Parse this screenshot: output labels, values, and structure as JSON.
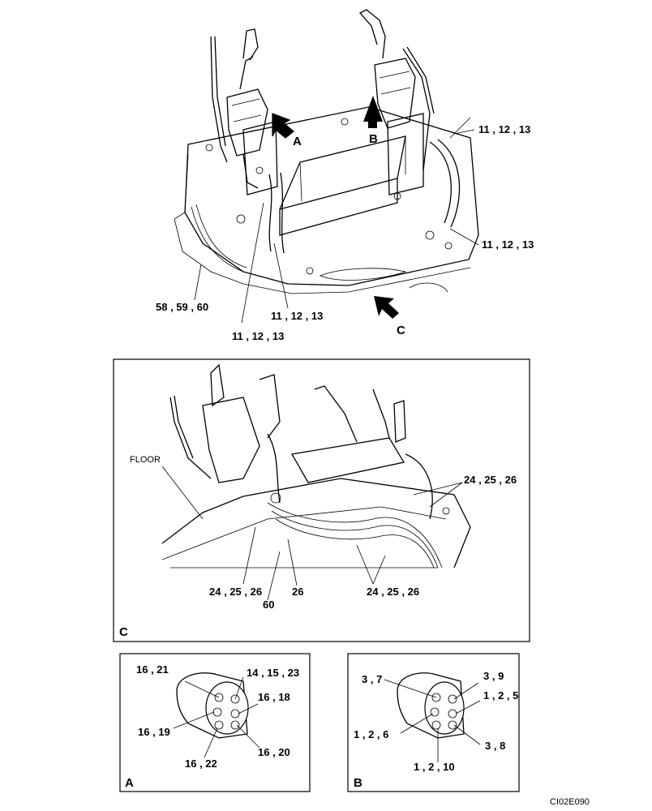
{
  "figure_id": "CI02E090",
  "main_view": {
    "callouts": [
      "11 , 12 , 13",
      "11 , 12 , 13",
      "11 , 12 , 13",
      "11 , 12 , 13",
      "58 , 59 , 60"
    ],
    "arrows": [
      "A",
      "B",
      "C"
    ]
  },
  "view_c": {
    "label": "C",
    "floor_label": "FLOOR",
    "callouts": [
      "24 , 25 , 26",
      "24 , 25 , 26",
      "26",
      "60",
      "24 , 25 , 26"
    ]
  },
  "view_a": {
    "label": "A",
    "callouts": [
      "16 , 21",
      "14 , 15 , 23",
      "16 , 18",
      "16 , 19",
      "16 , 20",
      "16 , 22"
    ]
  },
  "view_b": {
    "label": "B",
    "callouts": [
      "3 , 7",
      "3 , 9",
      "1 , 2 , 5",
      "1 , 2 , 6",
      "3 , 8",
      "1 , 2 , 10"
    ]
  }
}
